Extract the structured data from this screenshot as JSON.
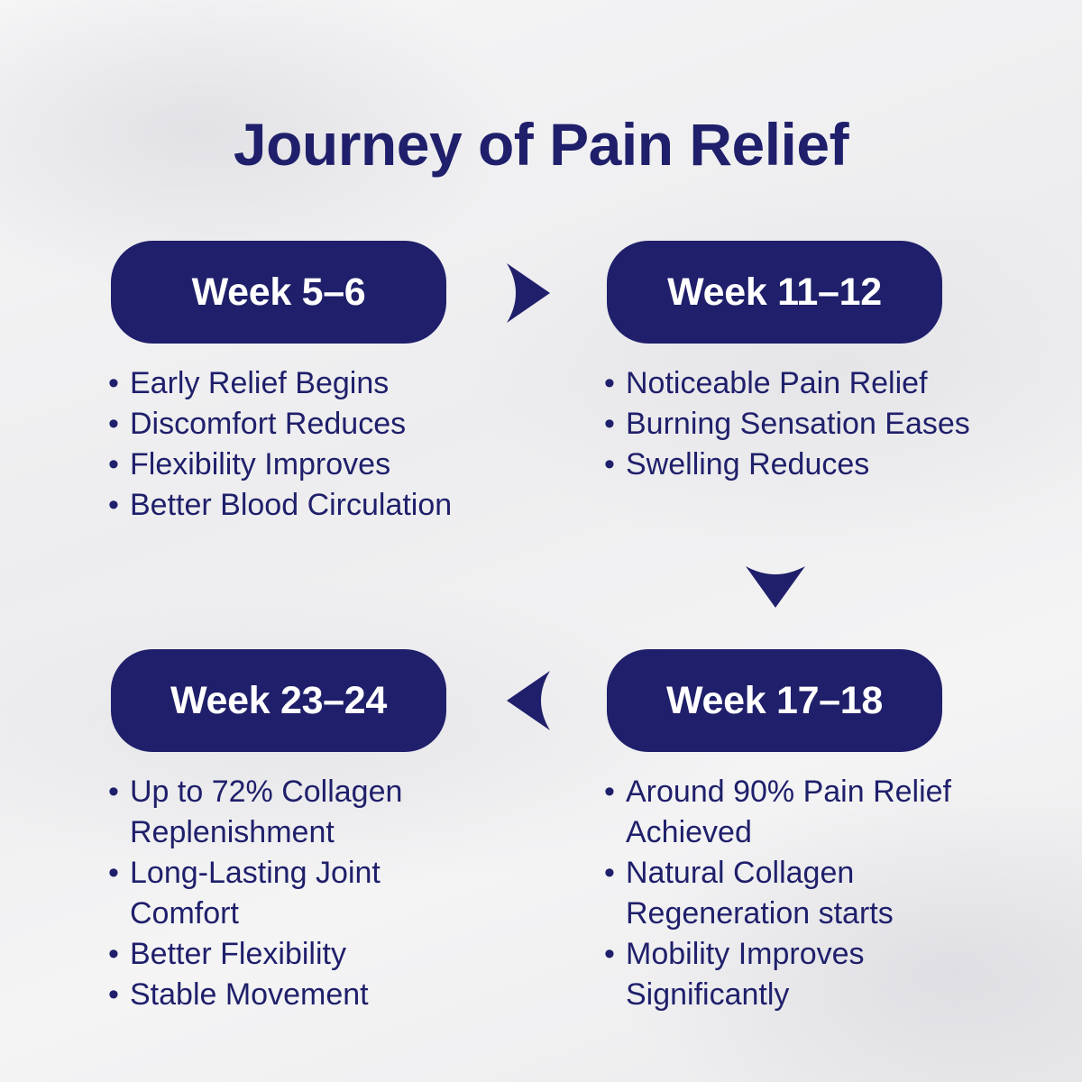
{
  "title": "Journey of Pain Relief",
  "colors": {
    "primary": "#1f1f6b",
    "text_on_primary": "#ffffff"
  },
  "stages": [
    {
      "label": "Week 5–6",
      "items": [
        "Early Relief Begins",
        "Discomfort Reduces",
        "Flexibility Improves",
        "Better Blood Circulation"
      ]
    },
    {
      "label": "Week 11–12",
      "items": [
        "Noticeable Pain Relief",
        "Burning Sensation Eases",
        "Swelling Reduces"
      ]
    },
    {
      "label": "Week 17–18",
      "items": [
        "Around 90% Pain Relief Achieved",
        "Natural Collagen Regeneration starts",
        "Mobility Improves Significantly"
      ]
    },
    {
      "label": "Week 23–24",
      "items": [
        "Up to 72% Collagen Replenishment",
        "Long-Lasting Joint Comfort",
        "Better Flexibility",
        "Stable Movement"
      ]
    }
  ],
  "arrows": [
    "chevron-right-icon",
    "chevron-down-icon",
    "chevron-left-icon"
  ]
}
